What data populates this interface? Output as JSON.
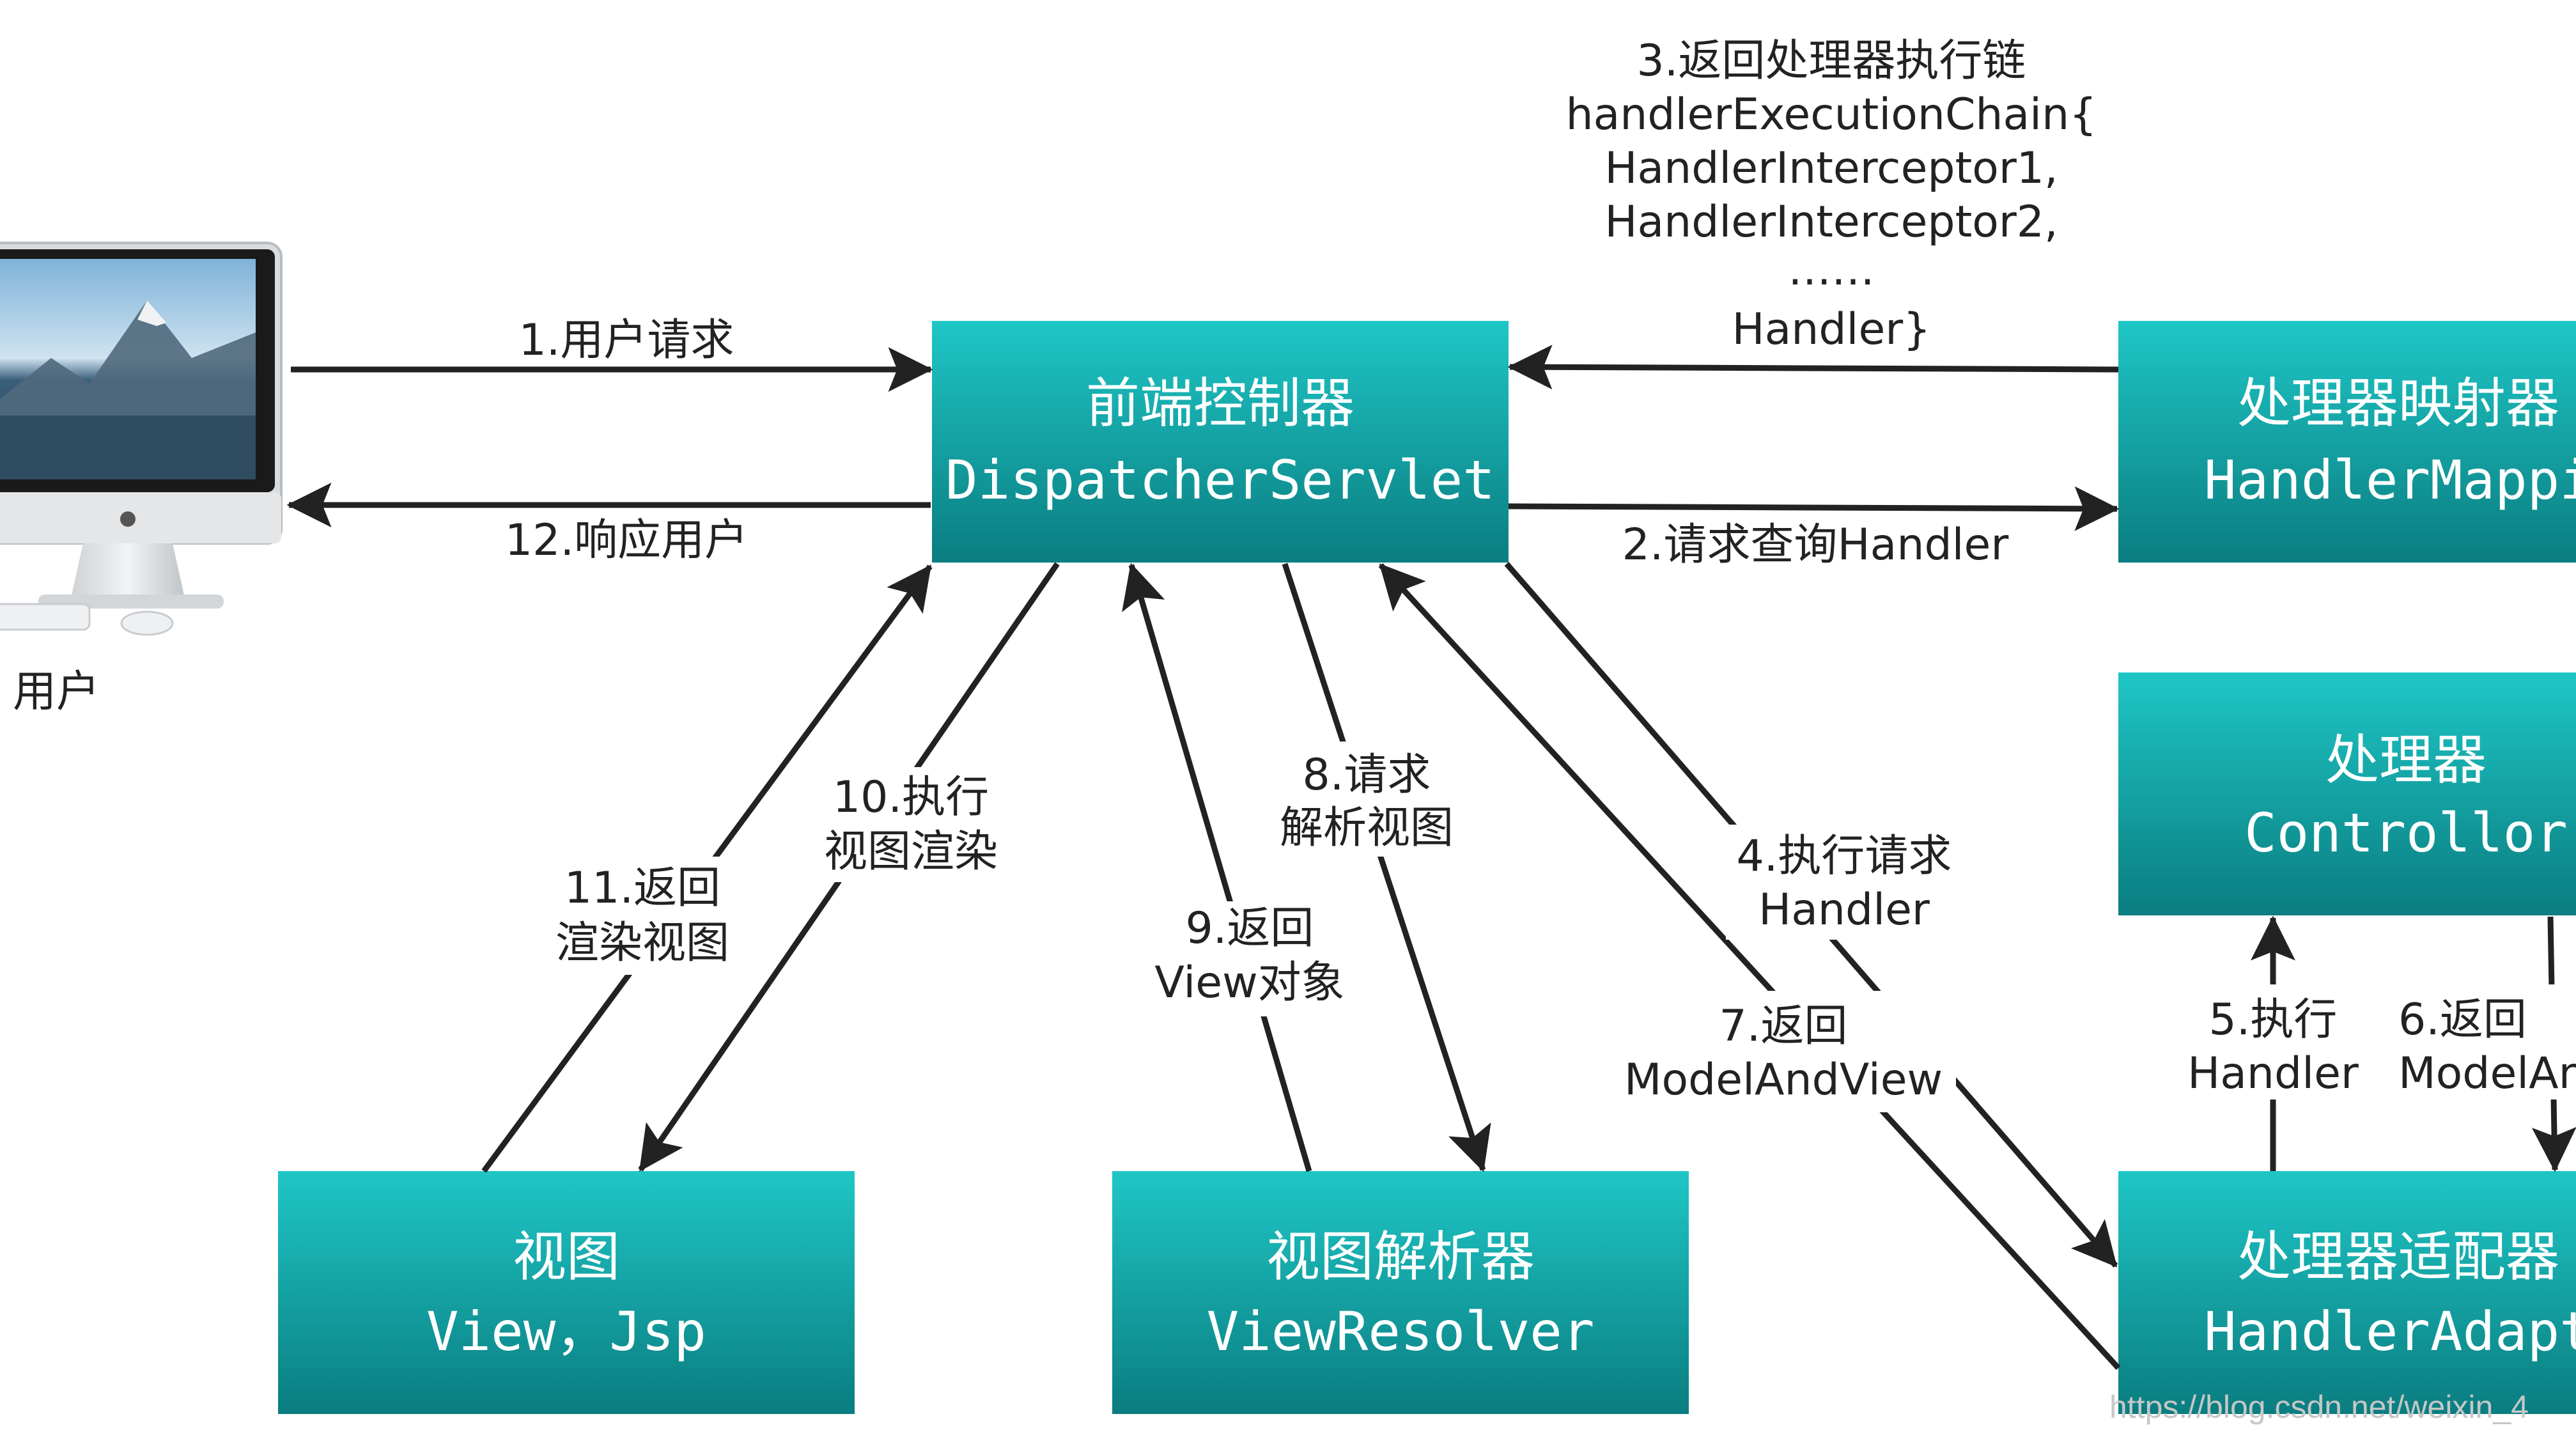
{
  "colors": {
    "box_top": "#1fc6c6",
    "box_bottom": "#0a7d80",
    "arrow": "#222222",
    "label_text": "#222222",
    "watermark": "#c8c8c8"
  },
  "user": {
    "label": "用户",
    "icon": "desktop-computer-icon"
  },
  "boxes": {
    "dispatcher": {
      "title": "前端控制器",
      "subtitle": "DispatcherServlet"
    },
    "handler_mapping": {
      "title": "处理器映射器",
      "subtitle": "HandlerMapping"
    },
    "controller": {
      "title": "处理器",
      "subtitle": "Controllor"
    },
    "handler_adapter": {
      "title": "处理器适配器",
      "subtitle": "HandlerAdaptor"
    },
    "view": {
      "title": "视图",
      "subtitle": "View，Jsp"
    },
    "view_resolver": {
      "title": "视图解析器",
      "subtitle": "ViewResolver"
    }
  },
  "labels": {
    "step1": "1.用户请求",
    "step12": "12.响应用户",
    "step2": "2.请求查询Handler",
    "step3": [
      "3.返回处理器执行链",
      "handlerExecutionChain{",
      "HandlerInterceptor1,",
      "HandlerInterceptor2,",
      "……",
      "Handler}"
    ],
    "step4": [
      "4.执行请求",
      "Handler"
    ],
    "step5": [
      "5.执行",
      "Handler"
    ],
    "step6": [
      "6.返回",
      "ModelAndView"
    ],
    "step7": [
      "7.返回",
      "ModelAndView"
    ],
    "step8": [
      "8.请求",
      "解析视图"
    ],
    "step9": [
      "9.返回",
      "View对象"
    ],
    "step10": [
      "10.执行",
      "视图渲染"
    ],
    "step11": [
      "11.返回",
      "渲染视图"
    ]
  },
  "watermark": "https://blog.csdn.net/weixin_4"
}
